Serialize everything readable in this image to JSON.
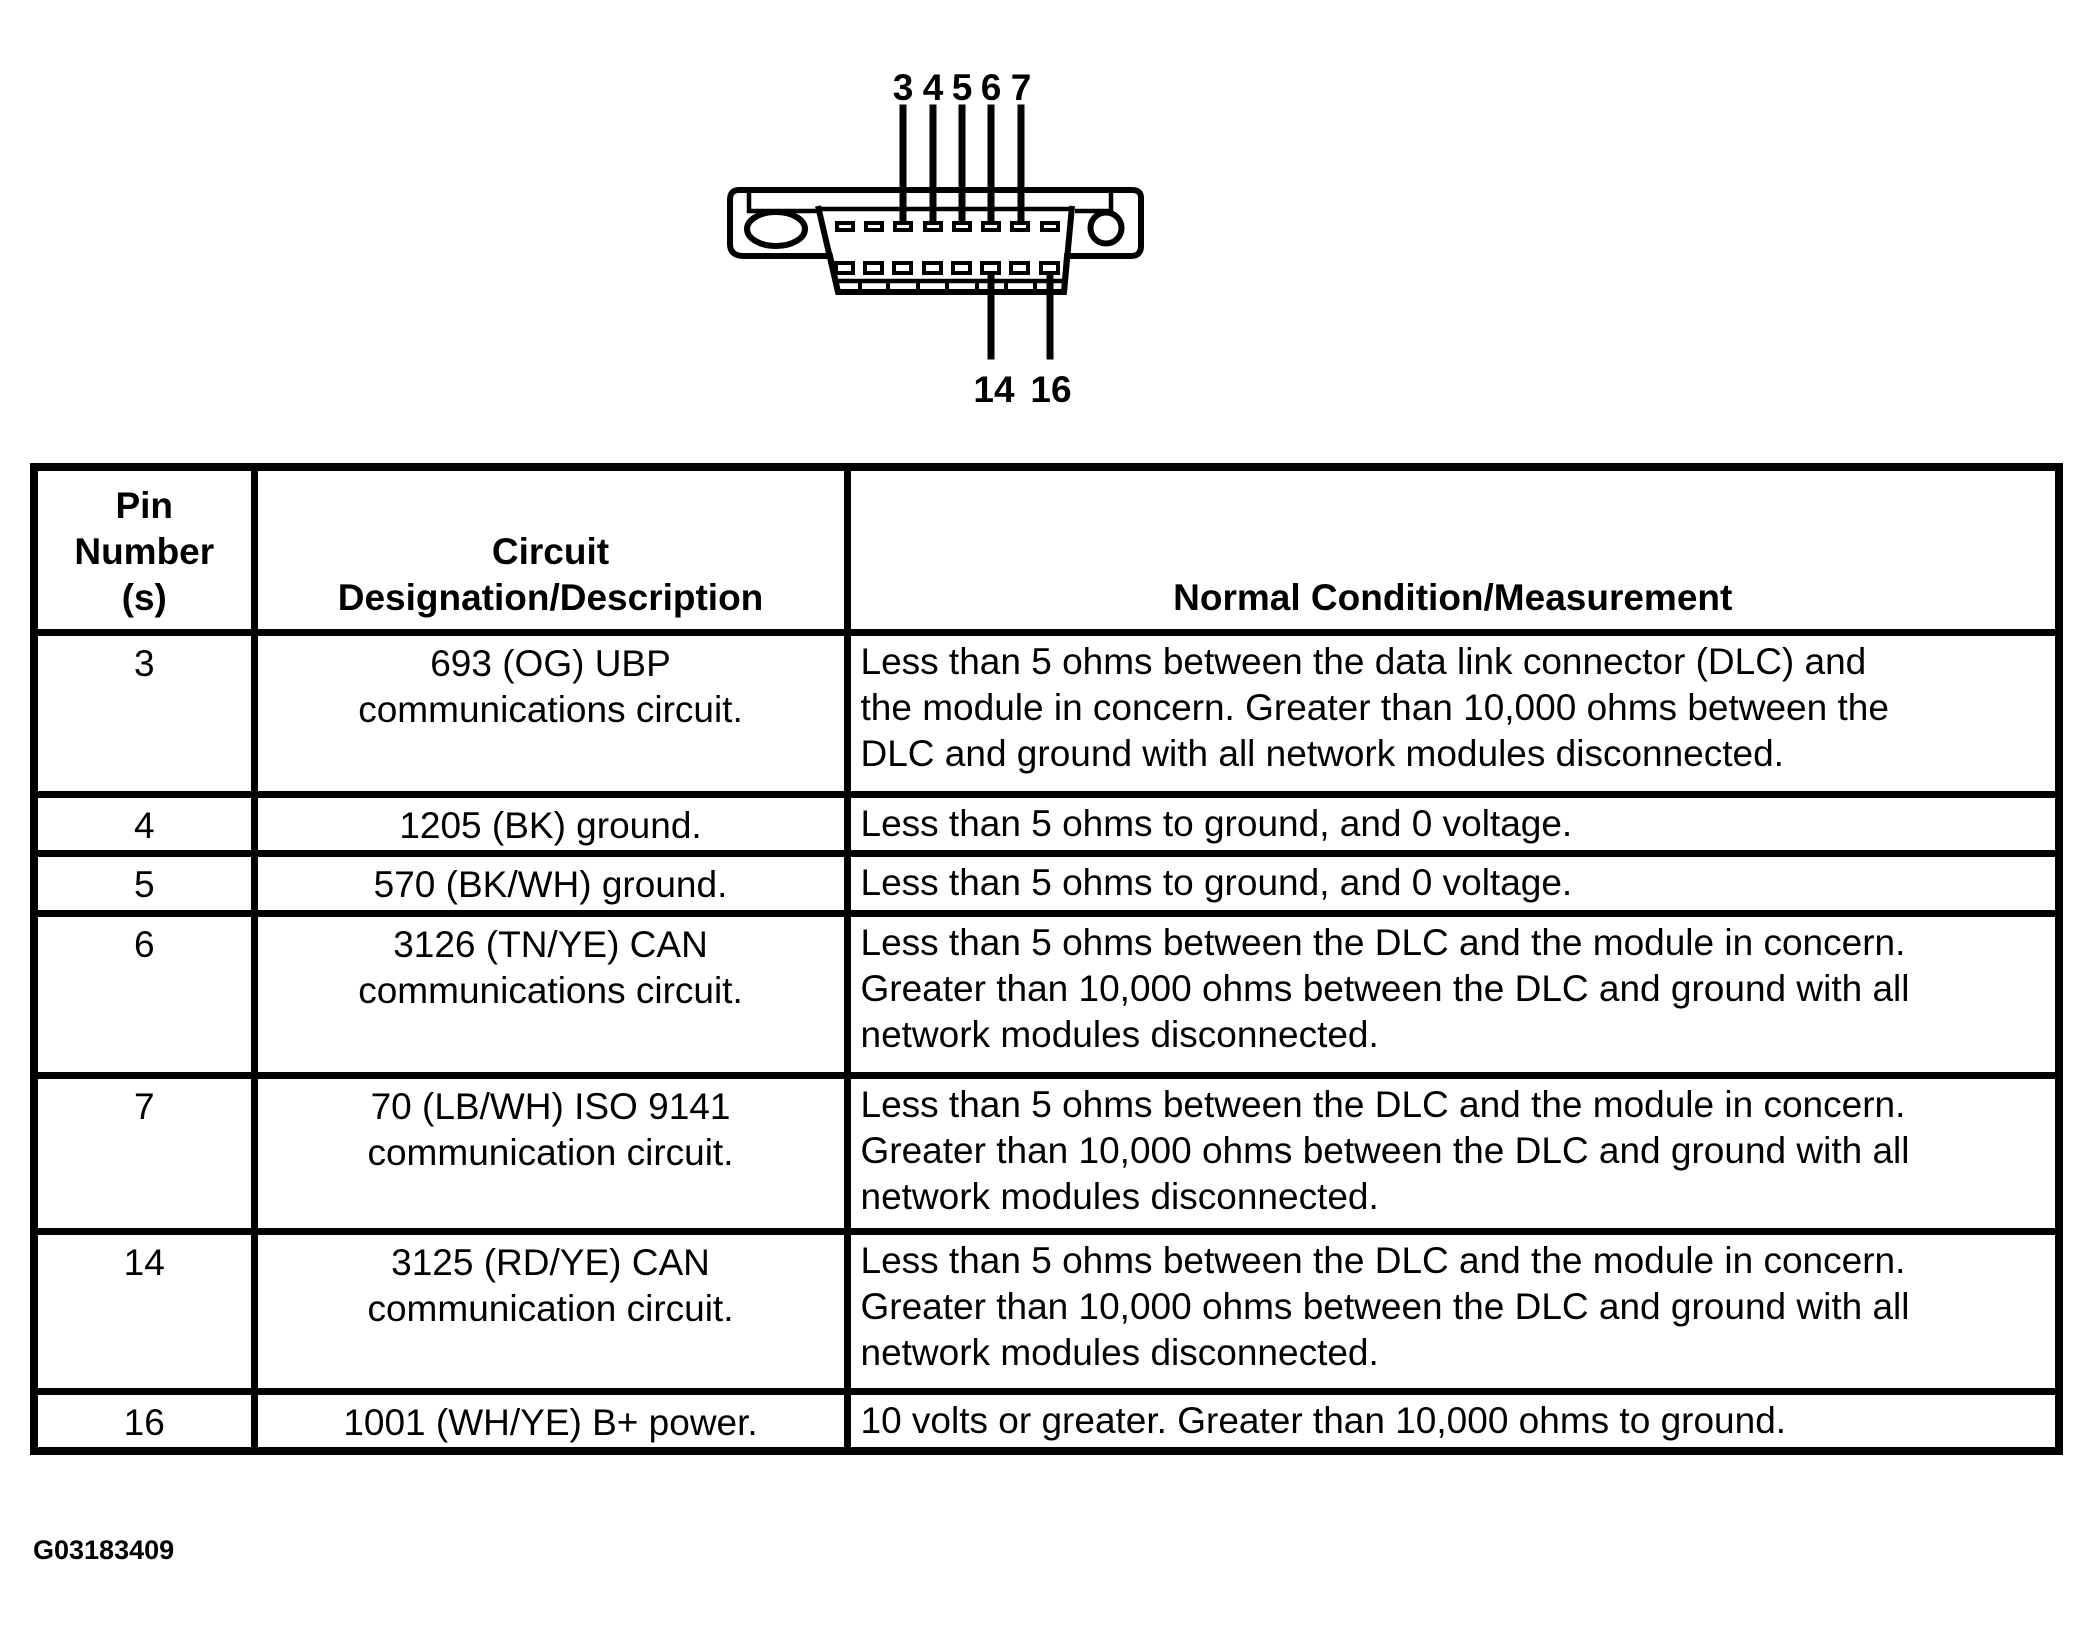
{
  "diagram": {
    "description": "Data link connector (DLC) face view with numbered pin callouts",
    "top_pin_labels": [
      "3",
      "4",
      "5",
      "6",
      "7"
    ],
    "bottom_pin_labels": [
      "14",
      "16"
    ]
  },
  "table": {
    "headers": {
      "pin": "Pin\nNumber\n(s)",
      "circuit": "Circuit\nDesignation/Description",
      "condition": "Normal Condition/Measurement"
    },
    "rows": [
      {
        "pin": "3",
        "circuit": "693 (OG) UBP\ncommunications circuit.",
        "condition": "Less than 5 ohms between the data link connector (DLC) and\nthe module in concern. Greater than 10,000 ohms between the\nDLC and ground with all network modules disconnected."
      },
      {
        "pin": "4",
        "circuit": "1205 (BK) ground.",
        "condition": "Less than 5 ohms to ground, and 0 voltage."
      },
      {
        "pin": "5",
        "circuit": "570 (BK/WH) ground.",
        "condition": "Less than 5 ohms to ground, and 0 voltage."
      },
      {
        "pin": "6",
        "circuit": "3126 (TN/YE) CAN\ncommunications circuit.",
        "condition": "Less than 5 ohms between the DLC and the module in concern.\nGreater than 10,000 ohms between the DLC and ground with all\nnetwork modules disconnected."
      },
      {
        "pin": "7",
        "circuit": "70 (LB/WH) ISO 9141\ncommunication circuit.",
        "condition": "Less than 5 ohms between the DLC and the module in concern.\nGreater than 10,000 ohms between the DLC and ground with all\nnetwork modules disconnected."
      },
      {
        "pin": "14",
        "circuit": "3125 (RD/YE) CAN\ncommunication circuit.",
        "condition": "Less than 5 ohms between the DLC and the module in concern.\nGreater than 10,000 ohms between the DLC and ground with all\nnetwork modules disconnected."
      },
      {
        "pin": "16",
        "circuit": "1001 (WH/YE) B+ power.",
        "condition": "10 volts or greater. Greater than 10,000 ohms to ground."
      }
    ]
  },
  "figure_id": "G03183409",
  "colors": {
    "ink": "#000000",
    "background": "#ffffff"
  }
}
